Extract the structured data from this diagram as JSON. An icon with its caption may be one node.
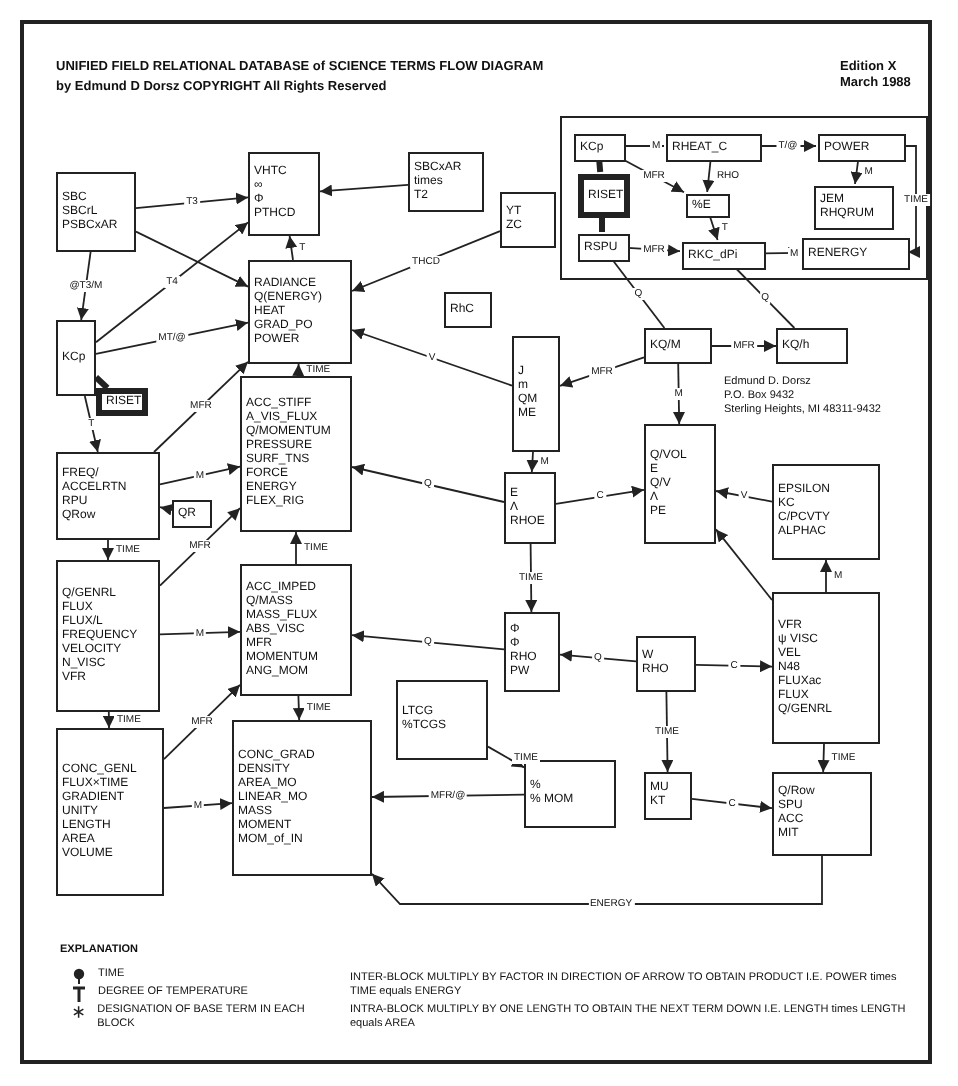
{
  "diagram": {
    "title": "UNIFIED FIELD RELATIONAL DATABASE of SCIENCE TERMS FLOW DIAGRAM",
    "nodes": [
      {
        "text": [
          "SBC",
          "SBCrL",
          "PSBCxAR"
        ]
      },
      {
        "text": [
          "VHTC",
          "∞",
          "Φ",
          "PTHCD"
        ]
      },
      {
        "text": [
          "SBCxAR",
          "times",
          "T2"
        ]
      },
      {
        "text": [
          "YT",
          "ZC"
        ]
      },
      {
        "text": [
          "RADIANCE",
          "Q(ENERGY)",
          "HEAT",
          "GRAD_PO",
          "POWER"
        ]
      },
      {
        "text": [
          "RhC"
        ]
      },
      {
        "text": [
          "KCp"
        ]
      },
      {
        "text": [
          "RISET"
        ]
      },
      {
        "text": [
          "FREQ/",
          "ACCELRTN",
          "RPU",
          "QRow"
        ]
      },
      {
        "text": [
          "QR"
        ]
      },
      {
        "text": [
          "ACC_STIFF",
          "A_VIS_FLUX",
          "Q/MOMENTUM",
          "PRESSURE",
          "SURF_TNS",
          "FORCE",
          "ENERGY",
          "FLEX_RIG"
        ]
      },
      {
        "text": [
          "Q/GENRL",
          "FLUX",
          "FLUX/L",
          "FREQUENCY",
          "VELOCITY",
          "N_VISC",
          "VFR"
        ]
      },
      {
        "text": [
          "ACC_IMPED",
          "Q/MASS",
          "MASS_FLUX",
          "ABS_VISC",
          "MFR",
          "MOMENTUM",
          "ANG_MOM"
        ]
      },
      {
        "text": [
          "CONC_GENL",
          "FLUX×TIME",
          "GRADIENT",
          "UNITY",
          "LENGTH",
          "AREA",
          "VOLUME"
        ]
      },
      {
        "text": [
          "CONC_GRAD",
          "DENSITY",
          "AREA_MO",
          "LINEAR_MO",
          "MASS",
          "MOMENT",
          "MOM_of_IN"
        ]
      },
      {
        "text": [
          "LTCG",
          "%TCGS"
        ]
      },
      {
        "text": [
          "J",
          "m",
          "QM",
          "ME"
        ]
      },
      {
        "text": [
          "E",
          "Λ",
          "RHOE"
        ]
      },
      {
        "text": [
          "Φ",
          "Φ",
          "RHO",
          "PW"
        ]
      },
      {
        "text": [
          "W",
          "RHO"
        ]
      },
      {
        "text": [
          "Q/VOL",
          "E",
          "Q/V",
          "Λ",
          "PE"
        ]
      },
      {
        "text": [
          "EPSILON",
          "KC",
          "C/PCVTY",
          "ALPHAC"
        ]
      },
      {
        "text": [
          "VFR",
          "ψ VISC",
          "VEL",
          "N48",
          "FLUXac",
          "FLUX",
          "Q/GENRL"
        ]
      },
      {
        "text": [
          "%",
          "% MOM"
        ]
      },
      {
        "text": [
          "MU",
          "KT"
        ]
      },
      {
        "text": [
          "Q/Row",
          "SPU",
          "ACC",
          "MIT"
        ]
      },
      {
        "text": [],
        "shape": "box"
      },
      {
        "text": [
          "KCp"
        ],
        "in": 26
      },
      {
        "text": [
          "RHEAT_C"
        ],
        "in": 26
      },
      {
        "text": [
          "POWER"
        ],
        "in": 26
      },
      {
        "text": [
          "RISET"
        ],
        "in": 26
      },
      {
        "text": [
          "%E"
        ],
        "in": 26
      },
      {
        "text": [
          "JEM",
          "RHQRUM"
        ],
        "in": 26
      },
      {
        "text": [
          "RSPU"
        ],
        "in": 26
      },
      {
        "text": [
          "RKC_dPi"
        ],
        "in": 26
      },
      {
        "text": [
          "RENERGY"
        ],
        "in": 26
      },
      {
        "text": [
          "KQ/M"
        ]
      },
      {
        "text": [
          "KQ/h"
        ]
      }
    ],
    "edges": [
      {
        "from": 0,
        "to": 1,
        "arrow": "to",
        "label": "T3"
      },
      {
        "from": 0,
        "to": 6,
        "arrow": "to",
        "label": "@T3/M"
      },
      {
        "from": 0,
        "to": 4,
        "arrow": "to"
      },
      {
        "from": 6,
        "to": 1,
        "arrow": "to",
        "label": "T4"
      },
      {
        "from": 6,
        "to": 4,
        "arrow": "to",
        "label": "MT/@"
      },
      {
        "from": 4,
        "to": 1,
        "arrow": "to",
        "label": "T"
      },
      {
        "from": 2,
        "to": 1,
        "arrow": "to"
      },
      {
        "from": 3,
        "to": 4,
        "arrow": "to",
        "label": "THCD"
      },
      {
        "from": 16,
        "to": 4,
        "arrow": "to",
        "label": "V"
      },
      {
        "from": 10,
        "to": 4,
        "arrow": "to",
        "label": "TIME"
      },
      {
        "from": 6,
        "to": 8,
        "arrow": "to",
        "label": "T"
      },
      {
        "from": 6,
        "to": 7,
        "arrow": "none",
        "style": "thick"
      },
      {
        "from": 8,
        "to": 10,
        "arrow": "to",
        "label": "M"
      },
      {
        "from": 8,
        "to": 4,
        "arrow": "to",
        "label": "MFR"
      },
      {
        "from": 8,
        "to": 11,
        "arrow": "to",
        "label": "TIME"
      },
      {
        "from": 9,
        "to": 8,
        "arrow": "to"
      },
      {
        "from": 11,
        "to": 10,
        "arrow": "to",
        "label": "MFR"
      },
      {
        "from": 11,
        "to": 12,
        "arrow": "to",
        "label": "M"
      },
      {
        "from": 11,
        "to": 13,
        "arrow": "to",
        "label": "TIME"
      },
      {
        "from": 13,
        "to": 12,
        "arrow": "to",
        "label": "MFR"
      },
      {
        "from": 13,
        "to": 14,
        "arrow": "to",
        "label": "M"
      },
      {
        "from": 12,
        "to": 10,
        "arrow": "to",
        "label": "TIME"
      },
      {
        "from": 12,
        "to": 14,
        "arrow": "to",
        "label": "TIME"
      },
      {
        "from": 17,
        "to": 10,
        "arrow": "to",
        "label": "Q"
      },
      {
        "from": 18,
        "to": 12,
        "arrow": "to",
        "label": "Q"
      },
      {
        "from": 16,
        "to": 17,
        "arrow": "to",
        "label": "M"
      },
      {
        "from": 17,
        "to": 20,
        "arrow": "to",
        "label": "C"
      },
      {
        "from": 17,
        "to": 18,
        "arrow": "to",
        "label": "TIME"
      },
      {
        "from": 19,
        "to": 18,
        "arrow": "to",
        "label": "Q"
      },
      {
        "from": 19,
        "to": 22,
        "arrow": "to",
        "label": "C"
      },
      {
        "from": 19,
        "to": 24,
        "arrow": "to",
        "label": "TIME"
      },
      {
        "from": 21,
        "to": 20,
        "arrow": "to",
        "label": "V"
      },
      {
        "from": 22,
        "to": 21,
        "arrow": "to",
        "label": "M"
      },
      {
        "from": 22,
        "to": 20,
        "arrow": "to"
      },
      {
        "from": 36,
        "to": 16,
        "arrow": "to",
        "label": "MFR"
      },
      {
        "from": 36,
        "to": 37,
        "arrow": "to",
        "label": "MFR"
      },
      {
        "from": 36,
        "to": 20,
        "arrow": "to",
        "label": "M"
      },
      {
        "from": 33,
        "to": 36,
        "arrow": "none",
        "label": "Q"
      },
      {
        "from": 34,
        "to": 37,
        "arrow": "none",
        "label": "Q"
      },
      {
        "from": 24,
        "to": 25,
        "arrow": "to",
        "label": "C"
      },
      {
        "from": 25,
        "to": 14,
        "arrow": "to",
        "label": "ENERGY"
      },
      {
        "from": 23,
        "to": 14,
        "arrow": "to",
        "label": "MFR/@"
      },
      {
        "from": 15,
        "to": 23,
        "arrow": "to",
        "label": "TIME"
      },
      {
        "from": 22,
        "to": 25,
        "arrow": "to",
        "label": "TIME"
      },
      {
        "from": 27,
        "to": 28,
        "arrow": "to",
        "label": "M"
      },
      {
        "from": 28,
        "to": 29,
        "arrow": "to",
        "label": "T/@"
      },
      {
        "from": 29,
        "to": 32,
        "arrow": "to",
        "label": "M"
      },
      {
        "from": 29,
        "to": 35,
        "arrow": "to",
        "label": "TIME"
      },
      {
        "from": 27,
        "to": 31,
        "arrow": "to",
        "label": "MFR"
      },
      {
        "from": 28,
        "to": 31,
        "arrow": "to",
        "label": "RHO"
      },
      {
        "from": 27,
        "to": 30,
        "arrow": "none",
        "style": "thick"
      },
      {
        "from": 30,
        "to": 33,
        "arrow": "none",
        "style": "thick"
      },
      {
        "from": 33,
        "to": 34,
        "arrow": "to",
        "label": "MFR"
      },
      {
        "from": 31,
        "to": 34,
        "arrow": "to",
        "label": "T"
      },
      {
        "from": 34,
        "to": 35,
        "arrow": "to",
        "label": "M"
      }
    ],
    "labels": [
      "by Edmund D Dorsz COPYRIGHT All Rights Reserved",
      "Edition X",
      "March 1988",
      "Edmund D. Dorsz",
      "P.O. Box 9432",
      "Sterling Heights, MI 48311-9432",
      "EXPLANATION",
      "INTER-BLOCK MULTIPLY BY FACTOR IN DIRECTION OF ARROW TO OBTAIN PRODUCT I.E. POWER times TIME equals ENERGY",
      "INTRA-BLOCK MULTIPLY BY ONE LENGTH TO OBTAIN THE NEXT TERM DOWN I.E. LENGTH times LENGTH equals AREA"
    ],
    "legend": [
      {
        "text": "TIME"
      },
      {
        "text": "DEGREE OF TEMPERATURE"
      },
      {
        "text": "DESIGNATION OF BASE TERM IN EACH BLOCK"
      }
    ]
  }
}
